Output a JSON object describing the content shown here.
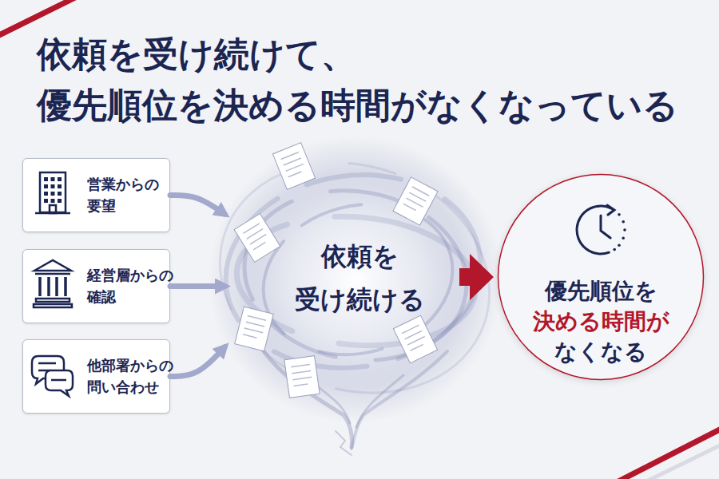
{
  "diagram": {
    "title": "依頼を受け続けて、 優先順位を決める時間がなくなっている",
    "nodes": [
      {
        "text": [
          "営業からの 要望"
        ]
      },
      {
        "text": [
          "経営層からの 確認"
        ]
      },
      {
        "text": [
          "他部署からの 問い合わせ"
        ]
      },
      {
        "text": [
          "依頼を 受け続ける"
        ]
      },
      {
        "text": [
          "優先順位を",
          "決める時間が",
          "なくなる"
        ]
      }
    ],
    "edges": [
      {
        "from": 0,
        "to": 3,
        "arrow": "to"
      },
      {
        "from": 1,
        "to": 3,
        "arrow": "to"
      },
      {
        "from": 2,
        "to": 3,
        "arrow": "to"
      },
      {
        "from": 3,
        "to": 4,
        "arrow": "to"
      }
    ]
  }
}
